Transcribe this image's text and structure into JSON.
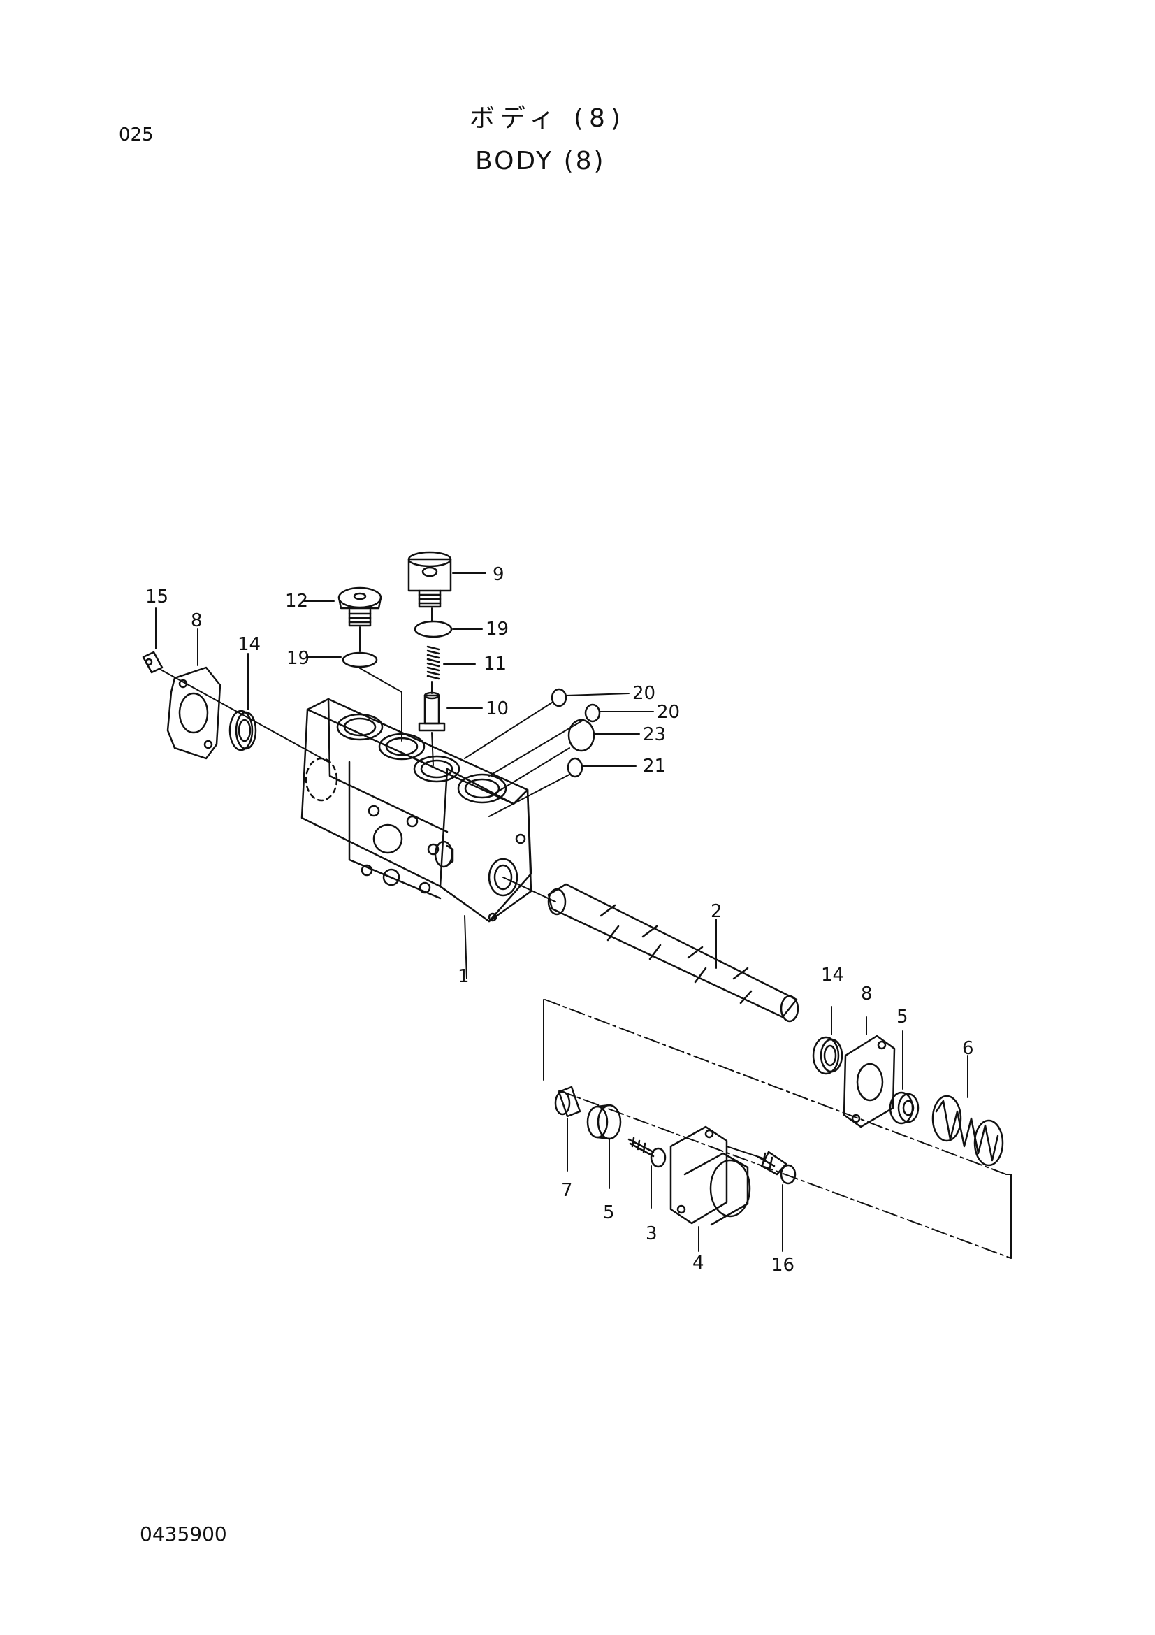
{
  "header": {
    "page_number": "025",
    "title_ja": "ボディ (8)",
    "title_en": "BODY (8)"
  },
  "footer": {
    "drawing_number": "0435900"
  },
  "diagram": {
    "callouts": {
      "c1": "1",
      "c2": "2",
      "c3": "3",
      "c4": "4",
      "c5a": "5",
      "c5b": "5",
      "c6": "6",
      "c7": "7",
      "c8a": "8",
      "c8b": "8",
      "c9": "9",
      "c10": "10",
      "c11": "11",
      "c12": "12",
      "c14a": "14",
      "c14b": "14",
      "c15": "15",
      "c16": "16",
      "c19a": "19",
      "c19b": "19",
      "c20a": "20",
      "c20b": "20",
      "c21": "21",
      "c23": "23"
    }
  }
}
